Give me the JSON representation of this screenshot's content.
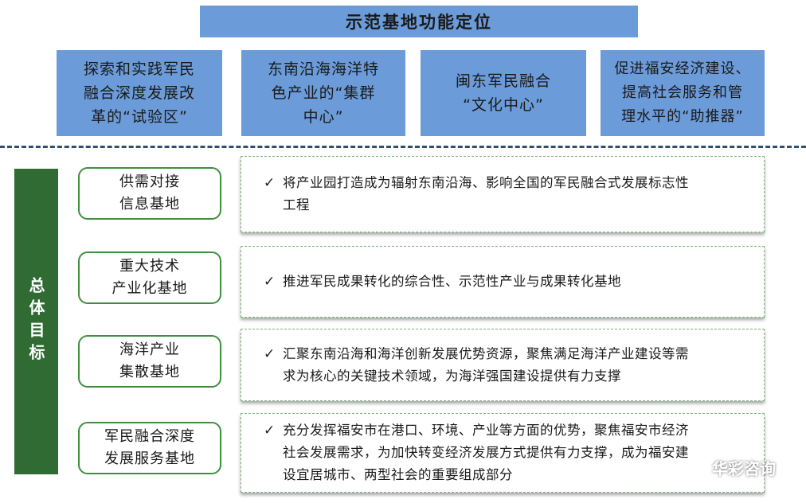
{
  "header": {
    "title": "示范基地功能定位"
  },
  "functions": [
    "探索和实践军民\n融合深度发展改\n革的“试验区”",
    "东南沿海海洋特\n色产业的“集群\n中心”",
    "闽东军民融合\n“文化中心”",
    "促进福安经济建设、\n提高社会服务和管\n理水平的“助推器”"
  ],
  "side_label": "总体目标",
  "goals": [
    {
      "name": "供需对接\n信息基地",
      "desc": "将产业园打造成为辐射东南沿海、影响全国的军民融合式发展标志性\n工程"
    },
    {
      "name": "重大技术\n产业化基地",
      "desc": "推进军民成果转化的综合性、示范性产业与成果转化基地"
    },
    {
      "name": "海洋产业\n集散基地",
      "desc": "汇聚东南沿海和海洋创新发展优势资源，聚焦满足海洋产业建设等需\n求为核心的关键技术领域，为海洋强国建设提供有力支撑"
    },
    {
      "name": "军民融合深度\n发展服务基地",
      "desc": "充分发挥福安市在港口、环境、产业等方面的优势，聚焦福安市经济\n社会发展需求，为加快转变经济发展方式提供有力支撑，成为福安建\n设宜居城市、两型社会的重要组成部分"
    }
  ],
  "check_mark": "✓",
  "watermark": "华彩咨询",
  "colors": {
    "blue_box": "#6b9bd8",
    "green_label": "#2f6b32",
    "green_border": "#3f8f3f"
  }
}
